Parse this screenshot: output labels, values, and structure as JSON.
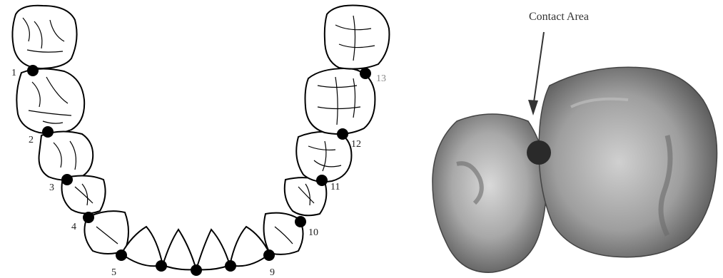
{
  "arch_diagram": {
    "contact_numbers": [
      "1",
      "2",
      "3",
      "4",
      "5",
      "9",
      "10",
      "11",
      "12",
      "13"
    ]
  },
  "contact_diagram": {
    "label": "Contact Area"
  },
  "colors": {
    "outline": "#000000",
    "contact_dot": "#000000",
    "molar_shade": "#9a9a9a",
    "label_text": "#333333"
  }
}
